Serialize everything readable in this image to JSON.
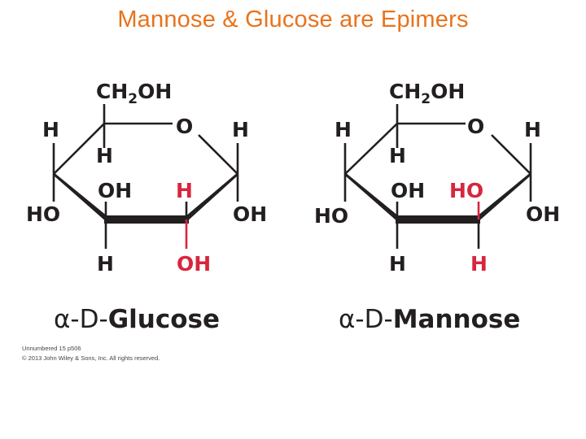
{
  "title": "Mannose & Glucose are Epimers",
  "colors": {
    "title": "#e8731c",
    "highlight": "#d7263d",
    "ink": "#231f20"
  },
  "glucose": {
    "ch2oh_main": "CH",
    "ch2oh_sub": "2",
    "ch2oh_tail": "OH",
    "ring_o": "O",
    "h_c5": "H",
    "h_c1": "H",
    "h_c4": "H",
    "oh_c3": "OH",
    "h_c2": "H",
    "ho_c4": "HO",
    "oh_c1": "OH",
    "h_c3": "H",
    "oh_c2": "OH",
    "name_prefix": "α-D-",
    "name_main": "Glucose"
  },
  "mannose": {
    "ch2oh_main": "CH",
    "ch2oh_sub": "2",
    "ch2oh_tail": "OH",
    "ring_o": "O",
    "h_c5": "H",
    "h_c1": "H",
    "h_c4": "H",
    "oh_c3": "OH",
    "ho_c2": "HO",
    "ho_c4": "HO",
    "oh_c1": "OH",
    "h_c3": "H",
    "h_c2": "H",
    "name_prefix": "α-D-",
    "name_main": "Mannose"
  },
  "credit": {
    "line1": "Unnumbered 15 p506",
    "line2": "© 2013 John Wiley & Sons, Inc. All rights reserved."
  }
}
